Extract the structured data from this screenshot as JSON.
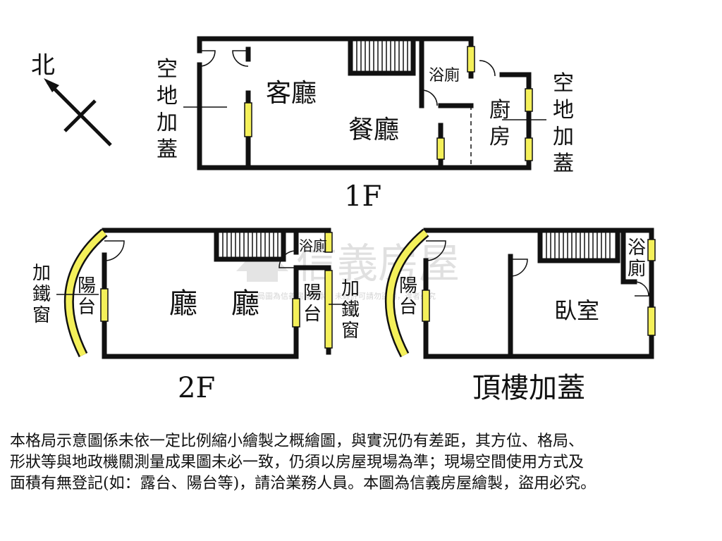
{
  "compass": {
    "north_label": "北"
  },
  "floor1": {
    "title": "1F",
    "labels": {
      "left_addon": [
        "空",
        "地",
        "加",
        "蓋"
      ],
      "living": "客廳",
      "dining": "餐廳",
      "bath": "浴廁",
      "kitchen": [
        "廚",
        "房"
      ],
      "right_addon": [
        "空",
        "地",
        "加",
        "蓋"
      ]
    }
  },
  "floor2": {
    "title": "2F",
    "labels": {
      "left_window": [
        "加",
        "鐵",
        "窗"
      ],
      "left_balcony": [
        "陽",
        "台"
      ],
      "hall_a": "廳",
      "hall_b": "廳",
      "bath": "浴廁",
      "right_balcony": [
        "陽",
        "台"
      ],
      "right_window": [
        "加",
        "鐵",
        "窗"
      ]
    }
  },
  "rooftop": {
    "title": "頂樓加蓋",
    "labels": {
      "balcony": [
        "陽",
        "台"
      ],
      "bath": [
        "浴",
        "廁"
      ],
      "bedroom": "臥室"
    }
  },
  "watermark": {
    "brand": "信義房屋",
    "notice": "局圖為信義房屋繪製，未經許可請勿盜用，違者必究"
  },
  "disclaimer": {
    "lines": [
      "本格局示意圖係未依一定比例縮小繪製之概繪圖，與實況仍有差距，其方位、格局、",
      "形狀等與地政機關測量成果圖未必一致，仍須以房屋現場為準；現場空間使用方式及",
      "面積有無登記(如：露台、陽台等)，請洽業務人員。本圖為信義房屋繪製，盜用必究。"
    ]
  },
  "colors": {
    "wall": "#111111",
    "window": "#f4f05a",
    "watermark": "#d8d8d8"
  }
}
